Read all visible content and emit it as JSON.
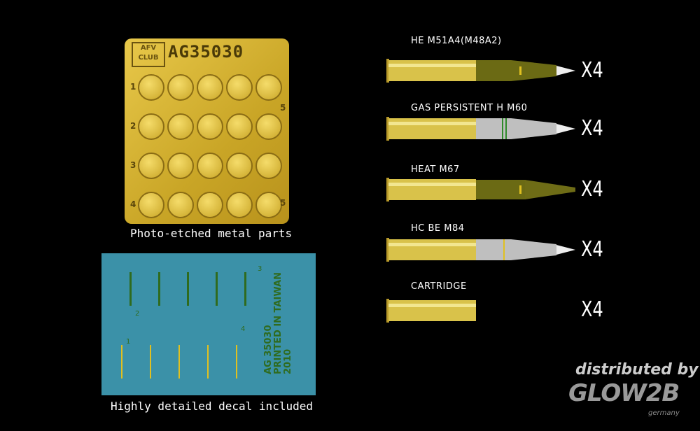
{
  "fret": {
    "logo": "AFV CLUB",
    "code": "AG35030",
    "row_numbers": [
      "1",
      "2",
      "3",
      "4"
    ],
    "side_numbers": [
      "5",
      "5"
    ],
    "caption": "Photo-etched metal parts"
  },
  "decal": {
    "lines": [
      "AG 35030",
      "PRINTED IN TAIWAN",
      "2010"
    ],
    "circle_numbers": [
      "1",
      "2",
      "3",
      "4"
    ],
    "caption": "Highly detailed decal included"
  },
  "rounds": [
    {
      "name": "HE M51A4(M48A2)",
      "qty": "X4",
      "type": "he"
    },
    {
      "name": "GAS PERSISTENT H M60",
      "qty": "X4",
      "type": "gas"
    },
    {
      "name": "HEAT M67",
      "qty": "X4",
      "type": "heat"
    },
    {
      "name": "HC BE M84",
      "qty": "X4",
      "type": "hc"
    },
    {
      "name": "CARTRIDGE",
      "qty": "X4",
      "type": "cart"
    }
  ],
  "distributor": {
    "line1": "distributed by",
    "brand": "GLOW2B",
    "sub": "germany"
  },
  "colors": {
    "brass": "#d9c24a",
    "olive": "#6b6a14",
    "grey": "#bfbfbf",
    "decal_bg": "#3b91a8"
  }
}
